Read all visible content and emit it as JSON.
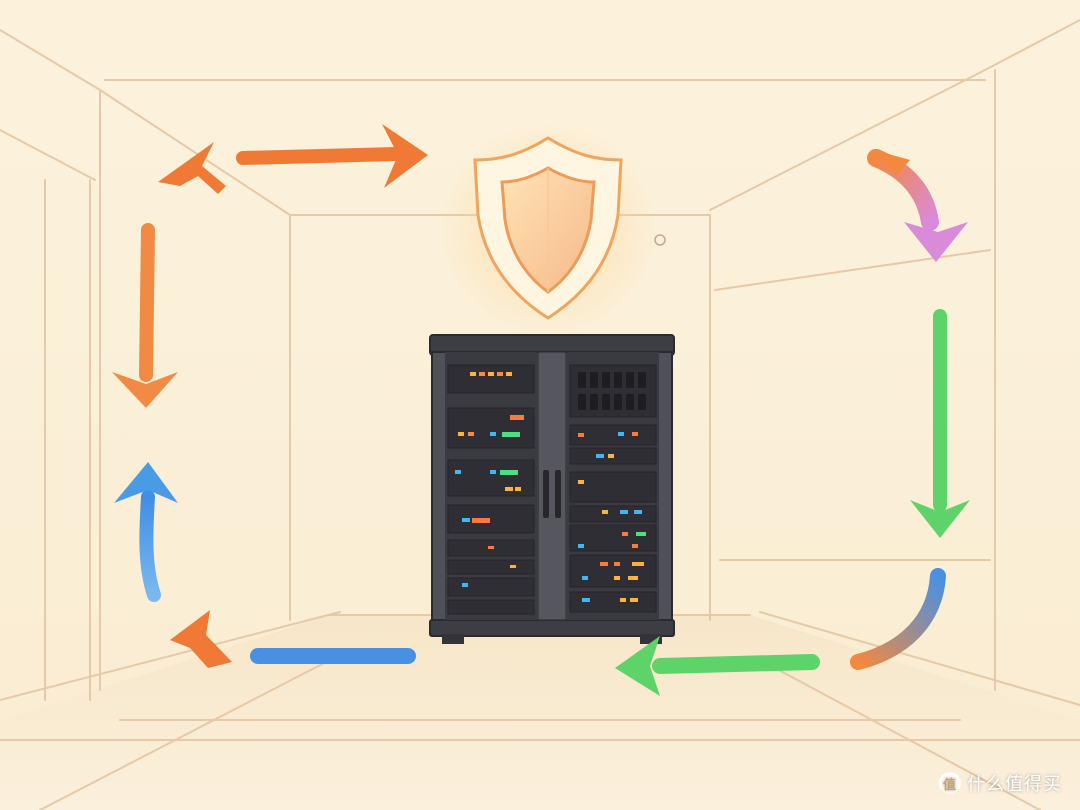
{
  "scene": {
    "subject": "server-rack",
    "icons": [
      "shield-icon",
      "server-rack-icon",
      "cycle-arrow-icons"
    ]
  },
  "palette": {
    "wall": "#fbf0d8",
    "line": "#e3c7a5",
    "rack": "#4a4a50",
    "orange": "#f07a35",
    "pink": "#d98ad8",
    "green": "#5ed36a",
    "blue": "#4a90e2"
  },
  "watermark": {
    "text": "什么值得买",
    "logo_char": "值"
  }
}
